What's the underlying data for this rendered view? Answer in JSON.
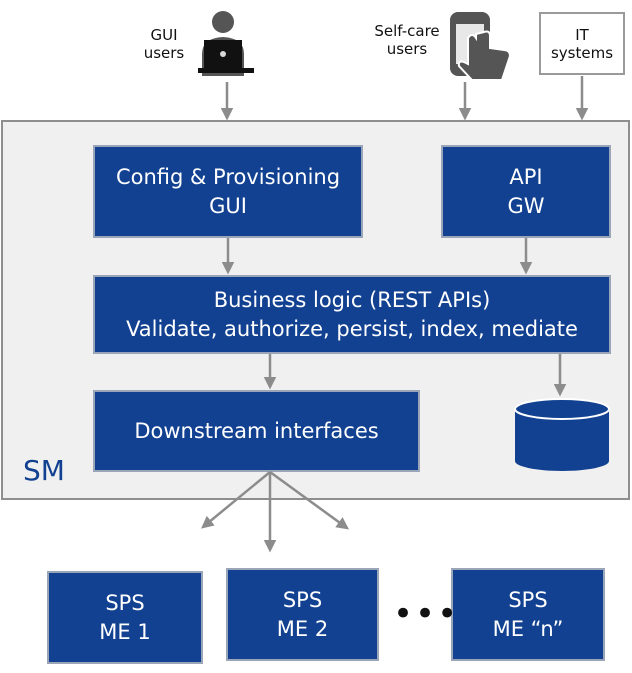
{
  "actors": {
    "gui_users": [
      "GUI",
      "users"
    ],
    "selfcare_users": [
      "Self-care",
      "users"
    ],
    "it_systems": [
      "IT",
      "systems"
    ]
  },
  "sm_label": "SM",
  "boxes": {
    "config_gui": [
      "Config & Provisioning",
      "GUI"
    ],
    "api_gw": [
      "API",
      "GW"
    ],
    "business_logic": [
      "Business logic (REST APIs)",
      "Validate, authorize, persist, index, mediate"
    ],
    "downstream": [
      "Downstream interfaces"
    ]
  },
  "mes": [
    [
      "SPS",
      "ME 1"
    ],
    [
      "SPS",
      "ME 2"
    ],
    [
      "SPS",
      "ME “n”"
    ]
  ],
  "ellipsis": "•••",
  "colors": {
    "box_fill": "#124191",
    "box_text": "#ffffff",
    "frame_fill": "#f0f0f0",
    "arrow": "#8c8c8c"
  },
  "icons": [
    "laptop-user-icon",
    "phone-touch-icon",
    "database-icon"
  ]
}
